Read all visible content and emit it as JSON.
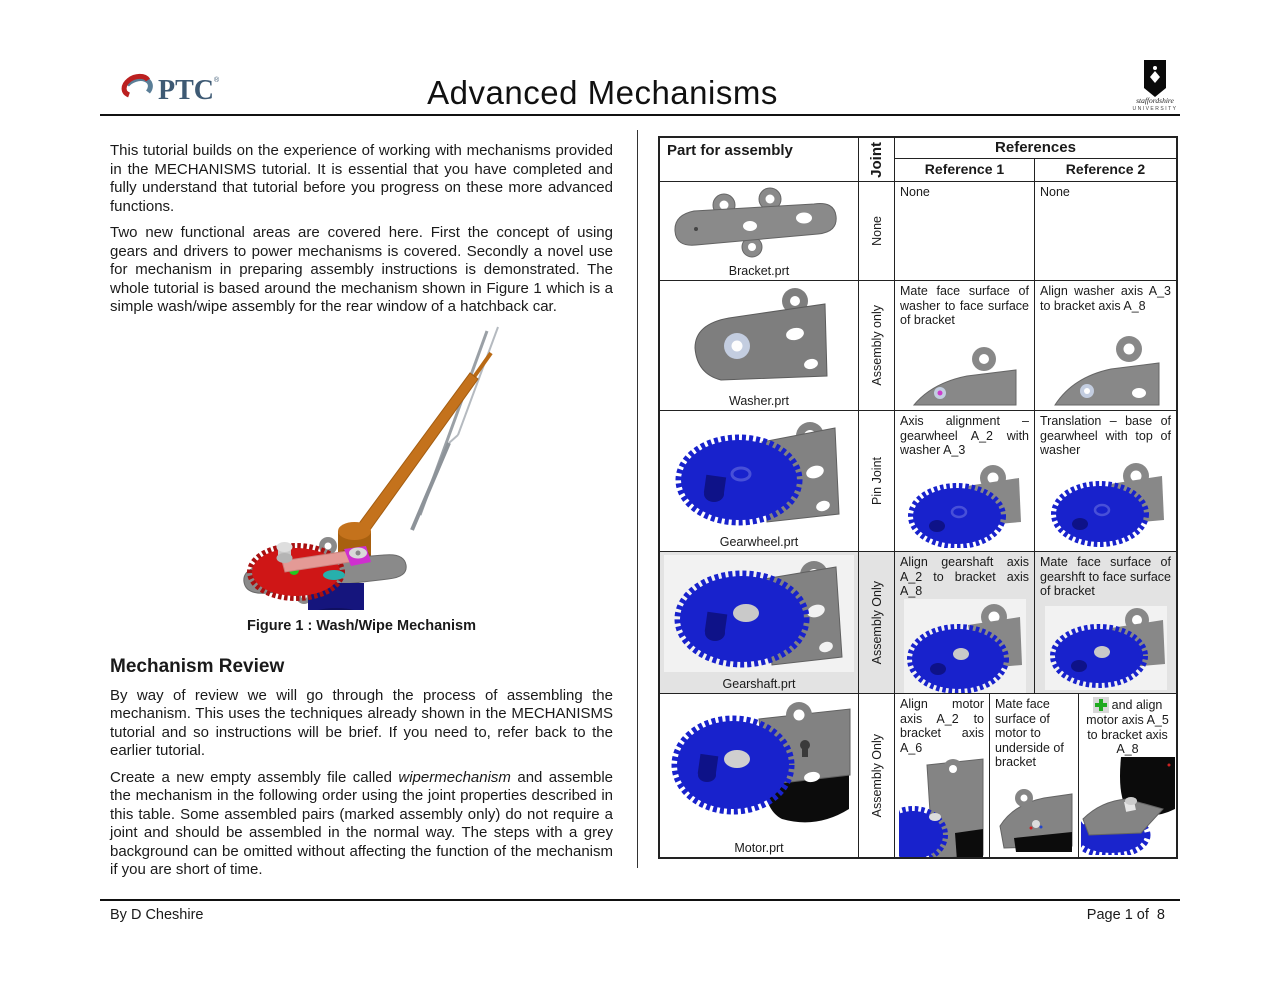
{
  "header": {
    "brand": "PTC",
    "title": "Advanced Mechanisms",
    "university_name": "staffordshire",
    "university_sub": "UNIVERSITY"
  },
  "left_column": {
    "para1": "This tutorial builds on the experience of working with mechanisms provided in the MECHANISMS tutorial. It is essential that you have completed and fully understand that tutorial before you progress on these more advanced functions.",
    "para2": "Two new functional areas are covered here. First the concept of using gears and drivers to power mechanisms is covered. Secondly a novel use for mechanism in preparing assembly instructions is demonstrated. The whole tutorial is based around the mechanism shown in Figure 1 which is a simple wash/wipe assembly for the rear window of a hatchback car.",
    "figure_caption": "Figure 1 : Wash/Wipe Mechanism",
    "section_heading": "Mechanism Review",
    "para3": "By way of review we will go through the process of assembling the mechanism. This uses the techniques already shown in the MECHANISMS tutorial and so instructions will be brief. If you need to, refer back to the earlier tutorial.",
    "para4_pre": "Create a new empty assembly file called ",
    "para4_italic": "wipermechanism",
    "para4_post": " and assemble the mechanism in the following order using the joint properties described in this table. Some assembled pairs (marked assembly only) do not require a joint and should be assembled in the normal way. The steps with a grey background can be omitted without affecting the function of the mechanism if you are short of time."
  },
  "table": {
    "col_part": "Part for assembly",
    "col_joint": "Joint",
    "col_references": "References",
    "col_ref1": "Reference 1",
    "col_ref2": "Reference 2",
    "rows": [
      {
        "part": "Bracket.prt",
        "joint": "None",
        "ref1": "None",
        "ref2": "None"
      },
      {
        "part": "Washer.prt",
        "joint": "Assembly only",
        "ref1": "Mate face surface of washer to face surface of bracket",
        "ref2": "Align washer axis A_3 to bracket axis A_8"
      },
      {
        "part": "Gearwheel.prt",
        "joint": "Pin Joint",
        "ref1": "Axis alignment – gearwheel A_2 with washer A_3",
        "ref2": "Translation – base of gearwheel with top of washer"
      },
      {
        "part": "Gearshaft.prt",
        "joint": "Assembly Only",
        "ref1": "Align gearshaft axis A_2 to bracket axis A_8",
        "ref2": "Mate face surface of gearshft to face surface of bracket",
        "grey_background": true
      },
      {
        "part": "Motor.prt",
        "joint": "Assembly Only",
        "ref1": "Align motor axis A_2 to bracket axis A_6",
        "ref2": "Mate face surface of motor to underside of bracket",
        "ref3": "and align motor axis A_5 to bracket axis A_8"
      }
    ]
  },
  "footer": {
    "author": "By D Cheshire",
    "page": "Page 1 of  8"
  },
  "colors": {
    "brand_navy": "#3e5a74",
    "brand_red": "#bb2020",
    "gear_blue": "#1822cc",
    "bracket_grey": "#8a8a8a",
    "grey_row_background": "#e3e3e3",
    "plus_green": "#1faa1f"
  }
}
